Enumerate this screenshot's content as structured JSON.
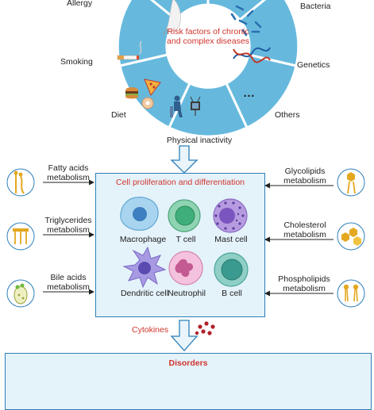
{
  "wheel": {
    "center_title": "Risk factors of chronic and complex diseases",
    "center_title_lines": [
      "Risk factors of chronic",
      "and complex diseases"
    ],
    "factors": [
      "Allergy",
      "Bacteria",
      "Smoking",
      "Genetics",
      "Diet",
      "Others",
      "Physical inactivity"
    ],
    "others_ellipsis": "…"
  },
  "cells_box": {
    "title": "Cell proliferation and differentiation",
    "cells": [
      "Macrophage",
      "T cell",
      "Mast cell",
      "Dendritic cell",
      "Neutrophil",
      "B cell"
    ]
  },
  "metabolism": {
    "left": [
      [
        "Fatty acids",
        "metabolism"
      ],
      [
        "Triglycerides",
        "metabolism"
      ],
      [
        "Bile acids",
        "metabolism"
      ]
    ],
    "right": [
      [
        "Glycolipids",
        "metabolism"
      ],
      [
        "Cholesterol",
        "metabolism"
      ],
      [
        "Phospholipids",
        "metabolism"
      ]
    ]
  },
  "cytokines": "Cytokines",
  "disorders": {
    "title": "Disorders"
  },
  "colors": {
    "wheel_blue": "#66b9dd",
    "box_fill": "#e4f2fa",
    "box_border": "#2c7fb8",
    "accent_red": "#d0342c"
  }
}
